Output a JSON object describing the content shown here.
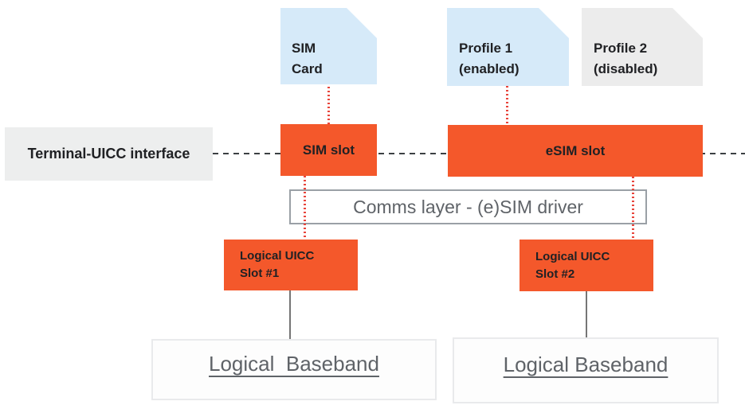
{
  "diagram": {
    "terminal_interface": {
      "label": "Terminal-UICC interface"
    },
    "sim_card": {
      "line1": "SIM",
      "line2": "Card"
    },
    "profile1": {
      "line1": "Profile 1",
      "line2": "(enabled)"
    },
    "profile2": {
      "line1": "Profile 2",
      "line2": "(disabled)"
    },
    "sim_slot": {
      "label": "SIM slot"
    },
    "esim_slot": {
      "label": "eSIM slot"
    },
    "comms_layer": {
      "label": "Comms layer - (e)SIM driver"
    },
    "uicc_slot1": {
      "line1": "Logical UICC",
      "line2": "Slot #1"
    },
    "uicc_slot2": {
      "line1": "Logical UICC",
      "line2": "Slot #2"
    },
    "baseband_left": {
      "label": "Logical  Baseband"
    },
    "baseband_right": {
      "label": "Logical Baseband"
    }
  },
  "colors": {
    "orange": "#F4582B",
    "light_blue": "#D6EAF9",
    "light_gray": "#ECECEC",
    "text_dark": "#202124",
    "text_gray": "#5F6368",
    "red_dotted": "#E8453C",
    "dash_gray": "#3C4043"
  }
}
